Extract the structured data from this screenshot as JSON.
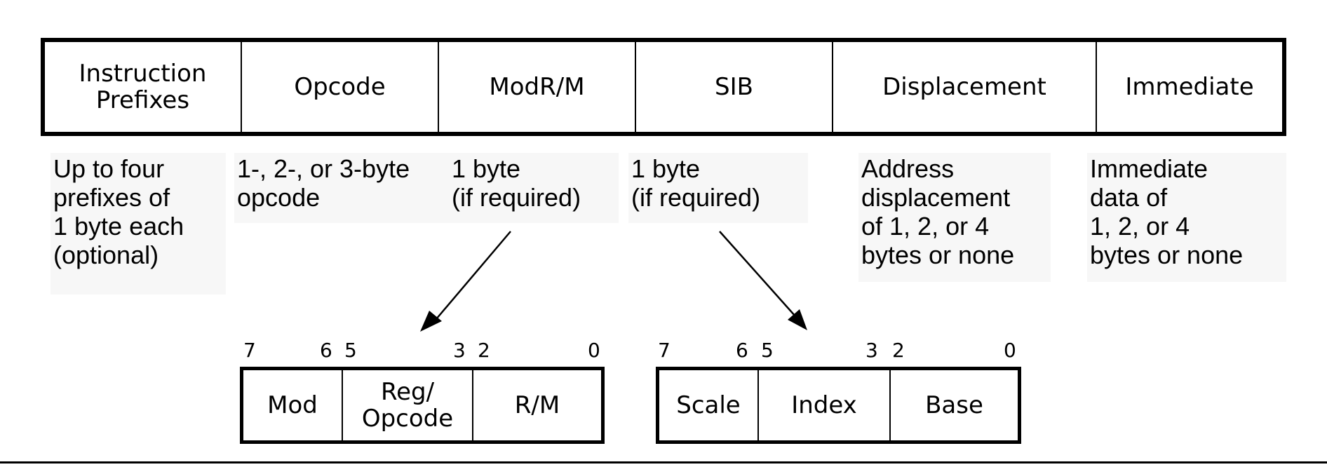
{
  "fields": [
    {
      "label": "Instruction\nPrefixes",
      "desc": "Up to four\nprefixes of\n1 byte each\n(optional)"
    },
    {
      "label": "Opcode",
      "desc": "1-, 2-, or 3-byte\nopcode"
    },
    {
      "label": "ModR/M",
      "desc": "1 byte\n(if required)"
    },
    {
      "label": "SIB",
      "desc": "1 byte\n(if required)"
    },
    {
      "label": "Displacement",
      "desc": "Address\ndisplacement\nof 1, 2, or 4\nbytes or none"
    },
    {
      "label": "Immediate",
      "desc": "Immediate\ndata of\n1, 2, or 4\nbytes or none"
    }
  ],
  "modrm": {
    "bits": [
      "7",
      "6",
      "5",
      "3",
      "2",
      "0"
    ],
    "cells": [
      "Mod",
      "Reg/\nOpcode",
      "R/M"
    ]
  },
  "sib": {
    "bits": [
      "7",
      "6",
      "5",
      "3",
      "2",
      "0"
    ],
    "cells": [
      "Scale",
      "Index",
      "Base"
    ]
  }
}
